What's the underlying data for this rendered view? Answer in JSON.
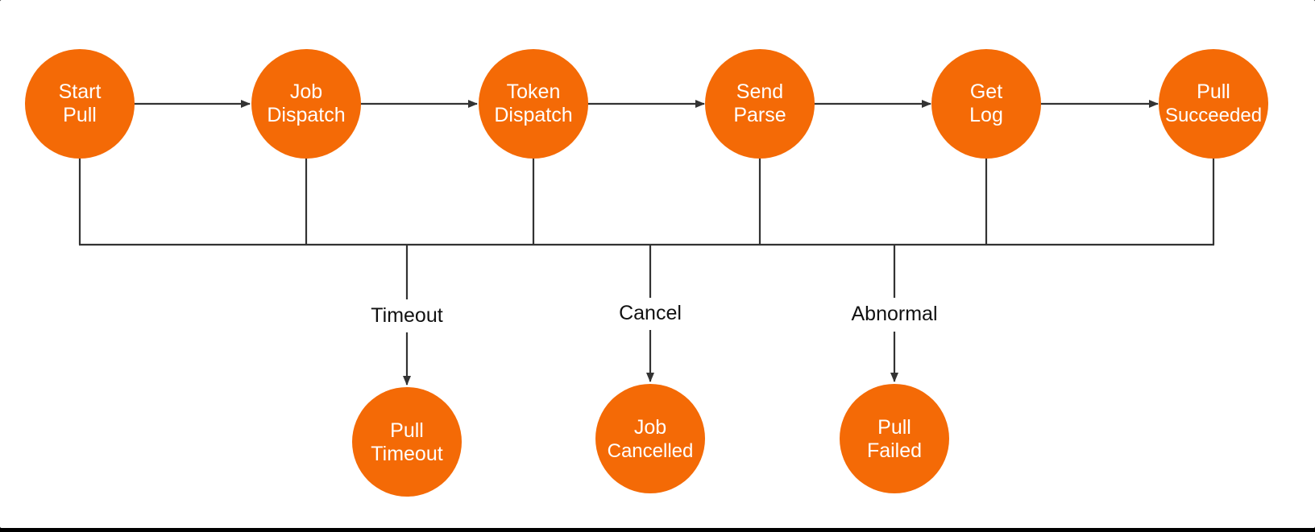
{
  "diagram": {
    "colors": {
      "node_fill": "#F46A06",
      "node_text": "#FFFFFF",
      "line": "#333333",
      "label_text": "#111111",
      "background": "#FFFFFF"
    },
    "main_flow": [
      {
        "id": "start_pull",
        "lines": [
          "Start",
          "Pull"
        ]
      },
      {
        "id": "job_dispatch",
        "lines": [
          "Job",
          "Dispatch"
        ]
      },
      {
        "id": "token_dispatch",
        "lines": [
          "Token",
          "Dispatch"
        ]
      },
      {
        "id": "send_parse",
        "lines": [
          "Send",
          "Parse"
        ]
      },
      {
        "id": "get_log",
        "lines": [
          "Get",
          "Log"
        ]
      },
      {
        "id": "pull_succeeded",
        "lines": [
          "Pull",
          "Succeeded"
        ]
      }
    ],
    "branches": [
      {
        "id": "timeout",
        "label": "Timeout",
        "target_lines": [
          "Pull",
          "Timeout"
        ]
      },
      {
        "id": "cancel",
        "label": "Cancel",
        "target_lines": [
          "Job",
          "Cancelled"
        ]
      },
      {
        "id": "abnormal",
        "label": "Abnormal",
        "target_lines": [
          "Pull",
          "Failed"
        ]
      }
    ]
  }
}
